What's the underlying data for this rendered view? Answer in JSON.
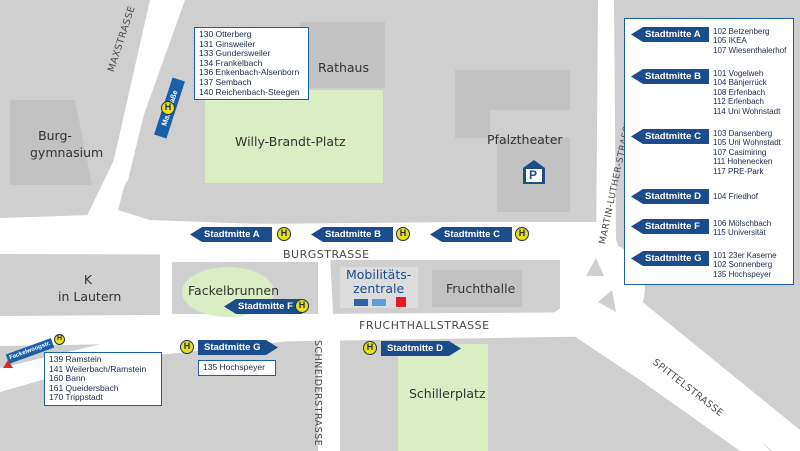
{
  "streets": {
    "maxstrasse": "MAXSTRASSE",
    "burgstrasse": "BURGSTRASSE",
    "fruchthallstrasse": "FRUCHTHALLSTRASSE",
    "schneiderstrasse": "SCHNEIDERSTRASSE",
    "martin_luther": "MARTIN-LUTHER-STRASSE",
    "spittelstrasse": "SPITTELSTRASSE"
  },
  "places": {
    "rathaus": "Rathaus",
    "willy_brandt": "Willy-Brandt-Platz",
    "burggymnasium_1": "Burg-",
    "burggymnasium_2": "gymnasium",
    "pfalztheater": "Pfalztheater",
    "k_lautern_1": "K",
    "k_lautern_2": "in Lautern",
    "fackelbrunnen": "Fackelbrunnen",
    "mobilitaet_1": "Mobilitäts-",
    "mobilitaet_2": "zentrale",
    "fruchthalle": "Fruchthalle",
    "schillerplatz": "Schillerplatz",
    "parking": "P"
  },
  "stops": {
    "maxstrasse": {
      "label": "Maxstraße",
      "symbol": "H",
      "lines": [
        "130 Otterberg",
        "131 Ginsweiler",
        "133 Gundersweiler",
        "134 Frankelbach",
        "136 Enkenbach-Alsenborn",
        "137 Sembach",
        "140 Reichenbach-Steegen"
      ]
    },
    "fackelwoogstr": {
      "label": "Fackelwoogstr.",
      "symbol": "H",
      "lines": [
        "139 Ramstein",
        "141 Weilerbach/Ramstein",
        "160 Bann",
        "161 Queidersbach",
        "170 Trippstadt"
      ]
    },
    "a": {
      "label": "Stadtmitte A",
      "symbol": "H"
    },
    "b": {
      "label": "Stadtmitte B",
      "symbol": "H"
    },
    "c": {
      "label": "Stadtmitte C",
      "symbol": "H"
    },
    "f": {
      "label": "Stadtmitte F",
      "symbol": "H"
    },
    "g": {
      "label": "Stadtmitte G",
      "symbol": "H",
      "lines": [
        "135 Hochspeyer"
      ]
    },
    "d": {
      "label": "Stadtmitte D",
      "symbol": "H"
    }
  },
  "legend": [
    {
      "label": "Stadtmitte A",
      "lines": [
        "102 Betzenberg",
        "105 IKEA",
        "107 Wiesenthalerhof"
      ]
    },
    {
      "label": "Stadtmitte B",
      "lines": [
        "101 Vogelweh",
        "104 Bänjerrück",
        "108 Erfenbach",
        "112 Erlenbach",
        "114 Uni Wohnstadt"
      ]
    },
    {
      "label": "Stadtmitte C",
      "lines": [
        "103 Dansenberg",
        "105 Uni Wohnstadt",
        "107 Casimiring",
        "111 Hohenecken",
        "117 PRE-Park"
      ]
    },
    {
      "label": "Stadtmitte D",
      "lines": [
        "104 Friedhof"
      ]
    },
    {
      "label": "Stadtmitte F",
      "lines": [
        "106 Mölschbach",
        "115 Universität"
      ]
    },
    {
      "label": "Stadtmitte G",
      "lines": [
        "101 23er Kaserne",
        "102 Sonnenberg",
        "135 Hochspeyer"
      ]
    }
  ],
  "colors": {
    "road": "#ffffff",
    "block": "#cfcfcf",
    "building": "#c2c2c2",
    "park": "#dbedc3",
    "outline": "#a9a9a9",
    "arrow": "#1b4c8c",
    "stop": "#e7dd1a",
    "accent_blue": "#1a5fa8"
  }
}
